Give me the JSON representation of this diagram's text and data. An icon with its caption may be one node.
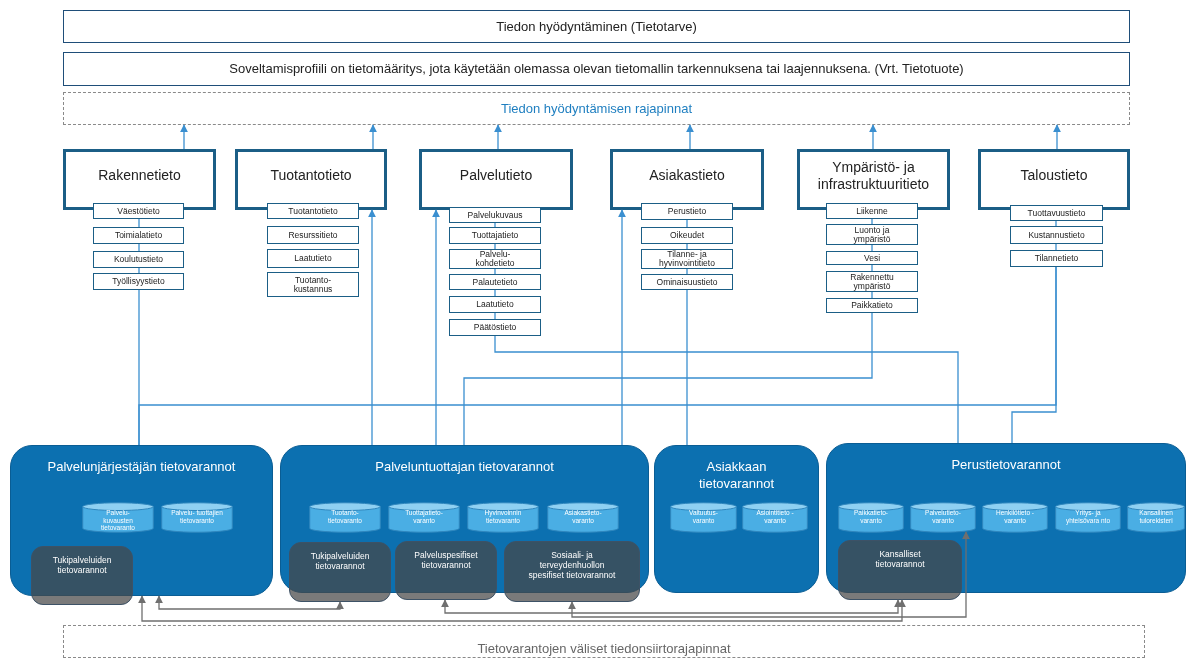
{
  "diagram": {
    "nodes": [
      {
        "text": [
          "Tiedon hyödyntäminen (Tietotarve)"
        ]
      },
      {
        "text": [
          "Soveltamisprofiili on tietomääritys, jota käytetään olemassa olevan tietomallin tarkennuksena tai laajennuksena. (Vrt. Tietotuote)"
        ]
      },
      {
        "text": [
          "Tiedon hyödyntämisen rajapinnat"
        ]
      },
      {
        "text": [
          "Rakennetieto"
        ]
      },
      {
        "text": [
          "Väestötieto"
        ]
      },
      {
        "text": [
          "Toimialatieto"
        ]
      },
      {
        "text": [
          "Koulutustieto"
        ]
      },
      {
        "text": [
          "Työllisyystieto"
        ]
      },
      {
        "text": [
          "Tuotantotieto"
        ]
      },
      {
        "text": [
          "Tuotantotieto"
        ]
      },
      {
        "text": [
          "Resurssitieto"
        ]
      },
      {
        "text": [
          "Laatutieto"
        ]
      },
      {
        "text": [
          "Tuotanto- kustannus"
        ]
      },
      {
        "text": [
          "Palvelutieto"
        ]
      },
      {
        "text": [
          "Palvelukuvaus"
        ]
      },
      {
        "text": [
          "Tuottajatieto"
        ]
      },
      {
        "text": [
          "Palvelu- kohdetieto"
        ]
      },
      {
        "text": [
          "Palautetieto"
        ]
      },
      {
        "text": [
          "Laatutieto"
        ]
      },
      {
        "text": [
          "Päätöstieto"
        ]
      },
      {
        "text": [
          "Asiakastieto"
        ]
      },
      {
        "text": [
          "Perustieto"
        ]
      },
      {
        "text": [
          "Oikeudet"
        ]
      },
      {
        "text": [
          "Tilanne- ja hyvinvointitieto"
        ]
      },
      {
        "text": [
          "Ominaisuustieto"
        ]
      },
      {
        "text": [
          "Ympäristö- ja infrastruktuuritieto"
        ]
      },
      {
        "text": [
          "Liikenne"
        ]
      },
      {
        "text": [
          "Luonto ja ympäristö"
        ]
      },
      {
        "text": [
          "Vesi"
        ]
      },
      {
        "text": [
          "Rakennettu ympäristö"
        ]
      },
      {
        "text": [
          "Paikkatieto"
        ]
      },
      {
        "text": [
          "Taloustieto"
        ]
      },
      {
        "text": [
          "Tuottavuustieto"
        ]
      },
      {
        "text": [
          "Kustannustieto"
        ]
      },
      {
        "text": [
          "Tilannetieto"
        ]
      },
      {
        "text": [
          "Palvelunjärjestäjän tietovarannot"
        ]
      },
      {
        "text": [
          "Palvelu- kuvausten tietovaranto"
        ],
        "in": 35
      },
      {
        "text": [
          "Palvelu- tuottajien tietovaranto"
        ],
        "in": 35
      },
      {
        "text": [
          "Tukipalveluiden tietovarannot"
        ]
      },
      {
        "text": [
          "Palveluntuottajan tietovarannot"
        ]
      },
      {
        "text": [
          "Tuotanto- tietovaranto"
        ],
        "in": 39
      },
      {
        "text": [
          "Tuottajatieto- varanto"
        ],
        "in": 39
      },
      {
        "text": [
          "Hyvinvoinnin tietovaranto"
        ],
        "in": 39
      },
      {
        "text": [
          "Asiakastieto- varanto"
        ],
        "in": 39
      },
      {
        "text": [
          "Tukipalveluiden tietovarannot"
        ]
      },
      {
        "text": [
          "Palveluspesifiset tietovarannot"
        ]
      },
      {
        "text": [
          "Sosiaali- ja terveydenhuollon spesifiset tietovarannot"
        ]
      },
      {
        "text": [
          "Asiakkaan tietovarannot"
        ]
      },
      {
        "text": [
          "Valtuutus- varanto"
        ],
        "in": 47
      },
      {
        "text": [
          "Asiointitieto - varanto"
        ],
        "in": 47
      },
      {
        "text": [
          "Perustietovarannot"
        ]
      },
      {
        "text": [
          "Paikkatieto- varanto"
        ],
        "in": 50
      },
      {
        "text": [
          "Palvelutieto- varanto"
        ],
        "in": 50
      },
      {
        "text": [
          "Henkilötieto - varanto"
        ],
        "in": 50
      },
      {
        "text": [
          "Yritys- ja yhteisövara nto"
        ],
        "in": 50
      },
      {
        "text": [
          "Kansallinen tulorekisteri"
        ],
        "in": 50
      },
      {
        "text": [
          "Kansalliset tietovarannot"
        ]
      },
      {
        "text": [
          "Tietovarantojen väliset tiedonsiirtorajapinnat"
        ]
      }
    ],
    "edges": [
      {
        "from": 3,
        "to": 2,
        "arrow": "to"
      },
      {
        "from": 8,
        "to": 2,
        "arrow": "to"
      },
      {
        "from": 13,
        "to": 2,
        "arrow": "to"
      },
      {
        "from": 20,
        "to": 2,
        "arrow": "to"
      },
      {
        "from": 25,
        "to": 2,
        "arrow": "to"
      },
      {
        "from": 31,
        "to": 2,
        "arrow": "to"
      },
      {
        "from": 4,
        "to": 5,
        "arrow": "none"
      },
      {
        "from": 5,
        "to": 6,
        "arrow": "none"
      },
      {
        "from": 6,
        "to": 7,
        "arrow": "none"
      },
      {
        "from": 14,
        "to": 15,
        "arrow": "none"
      },
      {
        "from": 15,
        "to": 16,
        "arrow": "none"
      },
      {
        "from": 16,
        "to": 17,
        "arrow": "none"
      },
      {
        "from": 17,
        "to": 18,
        "arrow": "none"
      },
      {
        "from": 18,
        "to": 19,
        "arrow": "none"
      },
      {
        "from": 21,
        "to": 22,
        "arrow": "none"
      },
      {
        "from": 22,
        "to": 23,
        "arrow": "none"
      },
      {
        "from": 23,
        "to": 24,
        "arrow": "none"
      },
      {
        "from": 26,
        "to": 27,
        "arrow": "none"
      },
      {
        "from": 27,
        "to": 28,
        "arrow": "none"
      },
      {
        "from": 28,
        "to": 29,
        "arrow": "none"
      },
      {
        "from": 29,
        "to": 30,
        "arrow": "none"
      },
      {
        "from": 32,
        "to": 33,
        "arrow": "none"
      },
      {
        "from": 33,
        "to": 34,
        "arrow": "none"
      },
      {
        "from": 7,
        "to": 35,
        "arrow": "none"
      },
      {
        "from": 34,
        "to": 35,
        "arrow": "none"
      },
      {
        "from": 34,
        "to": 50,
        "arrow": "none"
      },
      {
        "from": 39,
        "to": 8,
        "arrow": "to"
      },
      {
        "from": 39,
        "to": 13,
        "arrow": "to"
      },
      {
        "from": 39,
        "to": 20,
        "arrow": "to"
      },
      {
        "from": 24,
        "to": 47,
        "arrow": "none"
      },
      {
        "from": 19,
        "to": 50,
        "arrow": "none"
      },
      {
        "from": 30,
        "to": 39,
        "arrow": "none"
      },
      {
        "from": 44,
        "to": 35,
        "arrow": "both",
        "color": "#6f6f6f"
      },
      {
        "from": 45,
        "to": 56,
        "arrow": "both",
        "color": "#6f6f6f"
      },
      {
        "from": 46,
        "to": 52,
        "arrow": "both",
        "color": "#6f6f6f"
      },
      {
        "from": 35,
        "to": 56,
        "arrow": "both",
        "color": "#6f6f6f"
      }
    ]
  }
}
